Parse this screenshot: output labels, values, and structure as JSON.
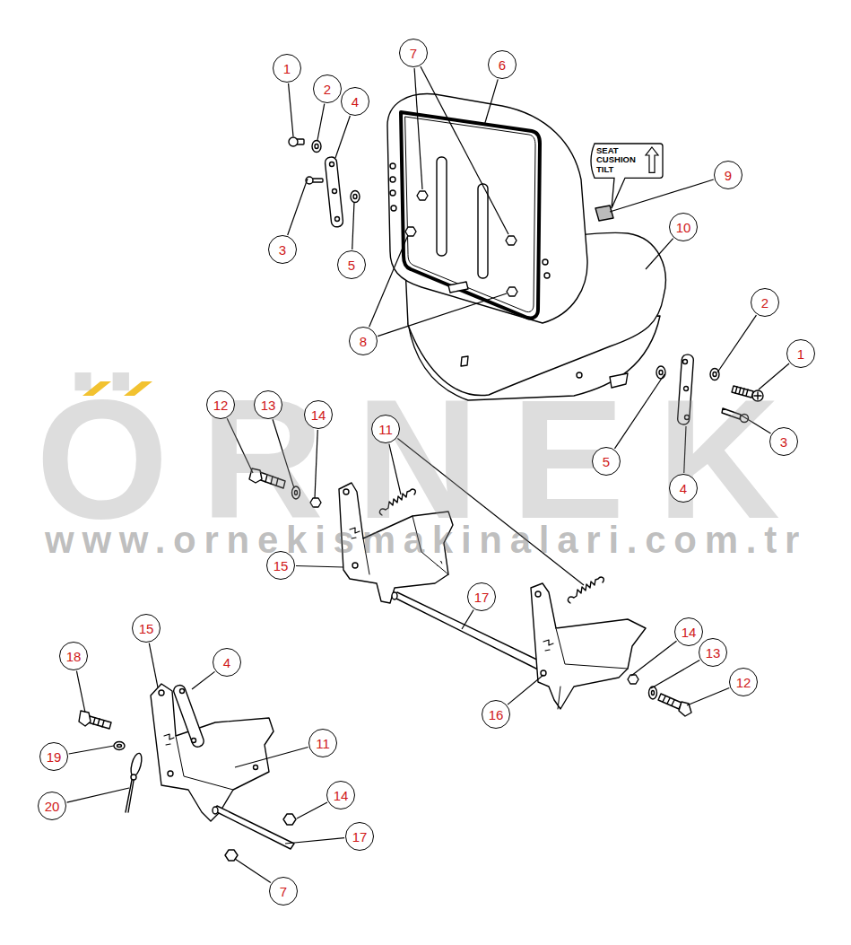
{
  "diagram": {
    "nodes": [
      {
        "text": [
          "7"
        ]
      },
      {
        "text": [
          "6"
        ]
      },
      {
        "text": [
          "1"
        ]
      },
      {
        "text": [
          "2"
        ]
      },
      {
        "text": [
          "4"
        ]
      },
      {
        "text": [
          "SEAT CUSHION TILT"
        ]
      },
      {
        "text": [
          "9"
        ]
      },
      {
        "text": [
          "10"
        ]
      },
      {
        "text": [
          "3"
        ]
      },
      {
        "text": [
          "5"
        ]
      },
      {
        "text": [
          "2"
        ]
      },
      {
        "text": [
          "8"
        ]
      },
      {
        "text": [
          "1"
        ]
      },
      {
        "text": [
          "12"
        ]
      },
      {
        "text": [
          "13"
        ]
      },
      {
        "text": [
          "14"
        ]
      },
      {
        "text": [
          "11"
        ]
      },
      {
        "text": [
          "3"
        ]
      },
      {
        "text": [
          "5"
        ]
      },
      {
        "text": [
          "4"
        ]
      },
      {
        "text": [
          "15"
        ]
      },
      {
        "text": [
          "17"
        ]
      },
      {
        "text": [
          "15"
        ]
      },
      {
        "text": [
          "14"
        ]
      },
      {
        "text": [
          "13"
        ]
      },
      {
        "text": [
          "18"
        ]
      },
      {
        "text": [
          "4"
        ]
      },
      {
        "text": [
          "12"
        ]
      },
      {
        "text": [
          "16"
        ]
      },
      {
        "text": [
          "11"
        ]
      },
      {
        "text": [
          "19"
        ]
      },
      {
        "text": [
          "14"
        ]
      },
      {
        "text": [
          "20"
        ]
      },
      {
        "text": [
          "17"
        ]
      },
      {
        "text": [
          "7"
        ]
      }
    ],
    "labels": [
      "ÖRNEK",
      "www.ornekismakinalari.com.tr"
    ]
  }
}
